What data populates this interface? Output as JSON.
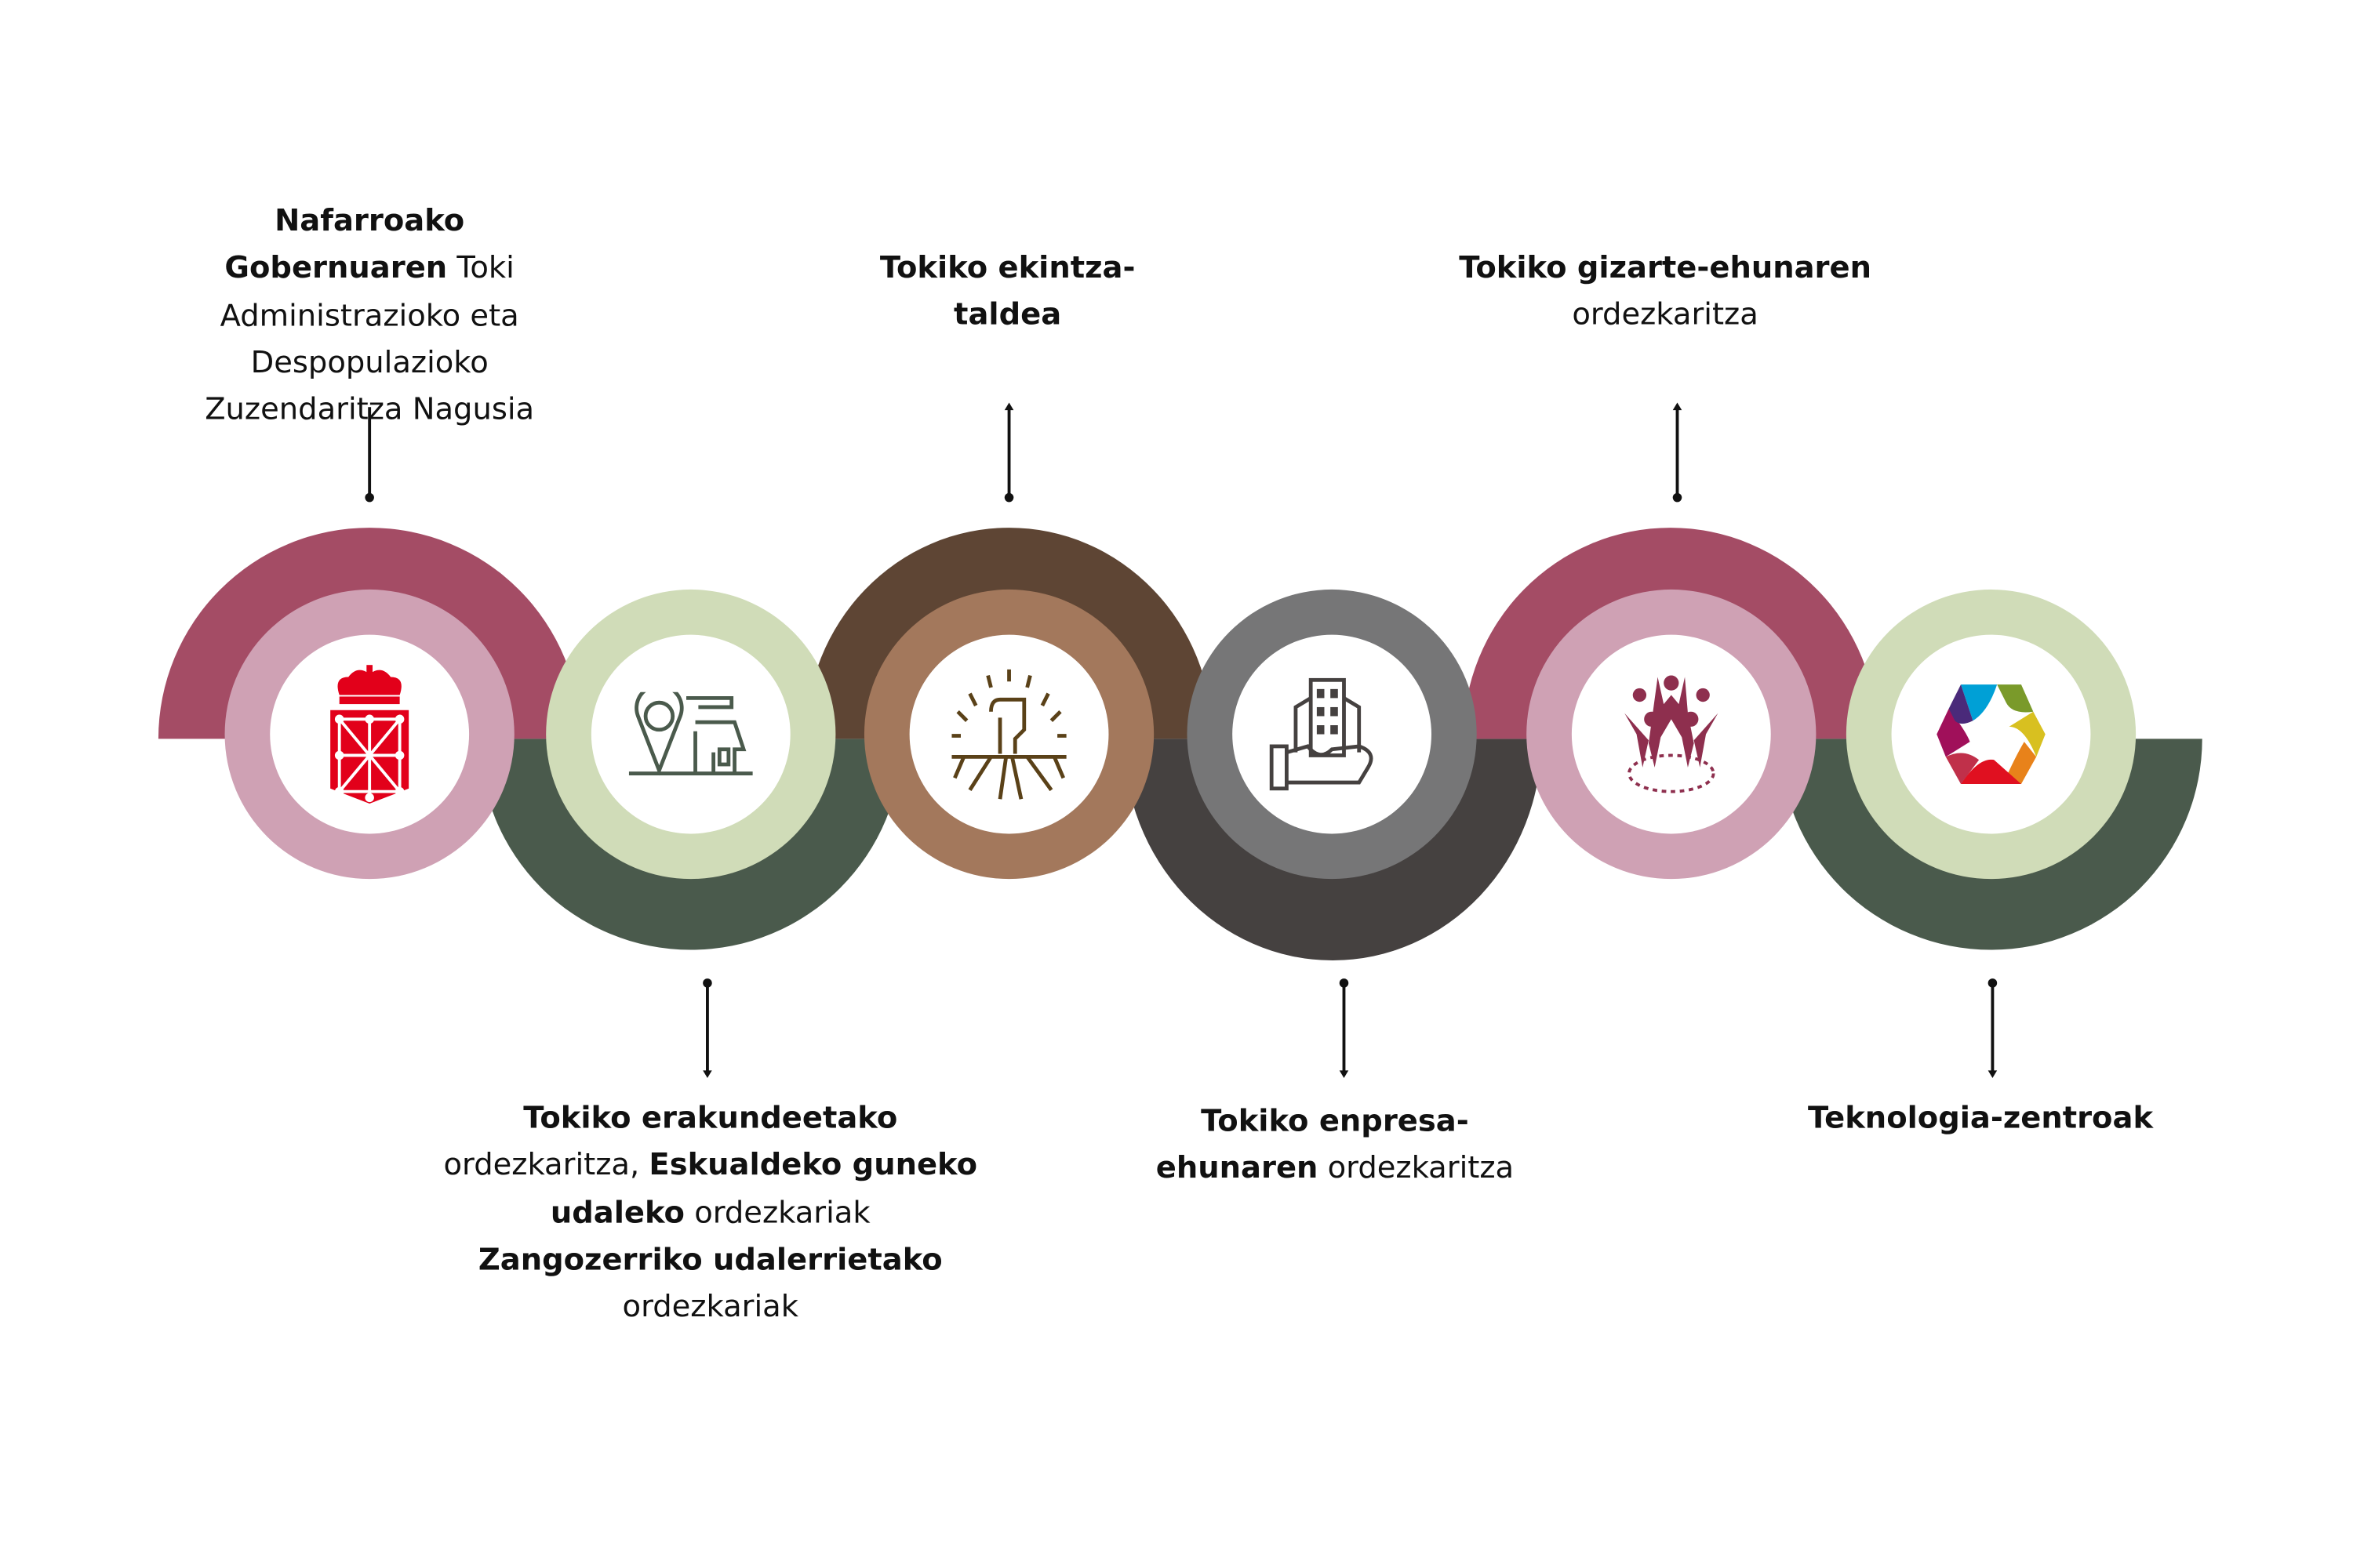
{
  "colors": {
    "rose_dark": "#A44C65",
    "rose_light": "#CFA1B4",
    "green_dark": "#4A5A4C",
    "green_light": "#D0DCB8",
    "brown_dark": "#5E4534",
    "brown_light": "#A3785C",
    "grey_dark": "#454140",
    "grey_light": "#767677"
  },
  "nodes": [
    {
      "icon": "navarre-coat-of-arms-icon",
      "text": [
        {
          "b": "Nafarroako"
        },
        {
          "b": "Gobernuaren",
          "t": " Toki"
        },
        {
          "t": "Administrazioko eta"
        },
        {
          "t": "Despopulazioko"
        },
        {
          "t": "Zuzendaritza Nagusia"
        }
      ]
    },
    {
      "icon": "location-house-icon",
      "text": [
        {
          "b": "Tokiko erakundeetako"
        },
        {
          "t": "ordezkaritza, ",
          "b2": "Eskualdeko guneko"
        },
        {
          "b": "udaleko",
          "t": " ordezkariak"
        },
        {
          "b": "Zangozerriko udalerrietako"
        },
        {
          "t": "ordezkariak"
        }
      ]
    },
    {
      "icon": "raised-fist-roots-icon",
      "text": [
        {
          "b": "Tokiko ekintza-"
        },
        {
          "b": "taldea"
        }
      ]
    },
    {
      "icon": "building-in-hand-icon",
      "text": [
        {
          "b": "Tokiko enpresa-"
        },
        {
          "b": "ehunaren",
          "t": " ordezkaritza"
        }
      ]
    },
    {
      "icon": "community-people-icon",
      "text": [
        {
          "b": "Tokiko gizarte-ehunaren"
        },
        {
          "t": "ordezkaritza"
        }
      ]
    },
    {
      "icon": "technology-hexagon-icon",
      "text": [
        {
          "b": "Teknologia-zentroak"
        }
      ]
    }
  ]
}
